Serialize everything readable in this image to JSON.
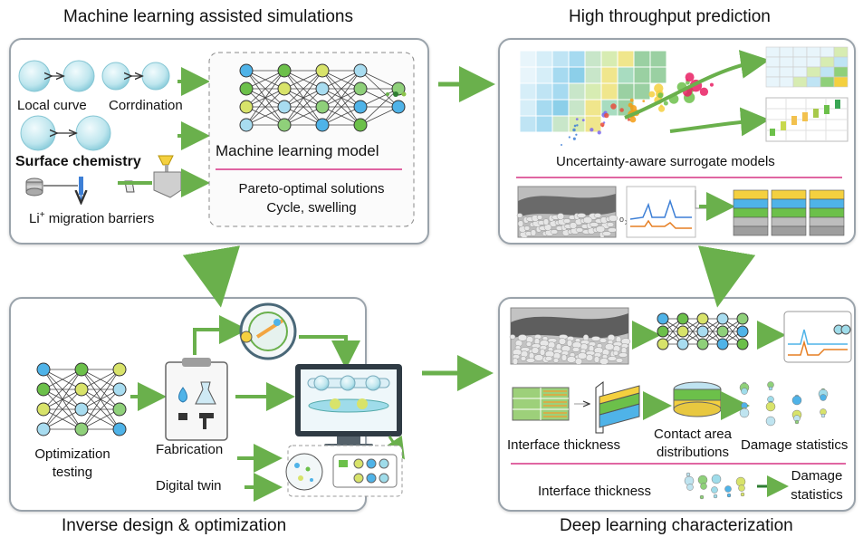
{
  "sections": {
    "ml_sim": {
      "title": "Machine learning assisted simulations",
      "local_curve": "Local curve",
      "coordination": "Corrdination",
      "surface_chemistry": "Surface chemistry",
      "migration_prefix": "Li",
      "migration_sup": "+",
      "migration_suffix": " migration barriers",
      "ml_model": "Machine learning model",
      "pareto": "Pareto-optimal solutions",
      "cycle": "Cycle, swelling"
    },
    "htp": {
      "title": "High throughput prediction",
      "surrogate": "Uncertainty-aware surrogate models"
    },
    "inverse": {
      "title": "Inverse design & optimization",
      "optimization": "Optimization",
      "testing": "testing",
      "fabrication": "Fabrication",
      "digital_twin": "Digital twin"
    },
    "dl": {
      "title": "Deep learning characterization",
      "interface_thickness_1": "Interface thickness",
      "contact_area_1": "Contact area",
      "contact_area_2": "distributions",
      "damage_statistics_1": "Damage statistics",
      "interface_thickness_2": "Interface thickness",
      "damage_2a": "Damage",
      "damage_2b": "statistics"
    }
  },
  "colors": {
    "arrow_green": "#6ab04c",
    "divider_pink": "#d63384",
    "panel_border": "#9aa3ab",
    "node_blue": "#4fb3e8",
    "node_green": "#6cc04a",
    "node_yellow": "#d8e36a"
  }
}
